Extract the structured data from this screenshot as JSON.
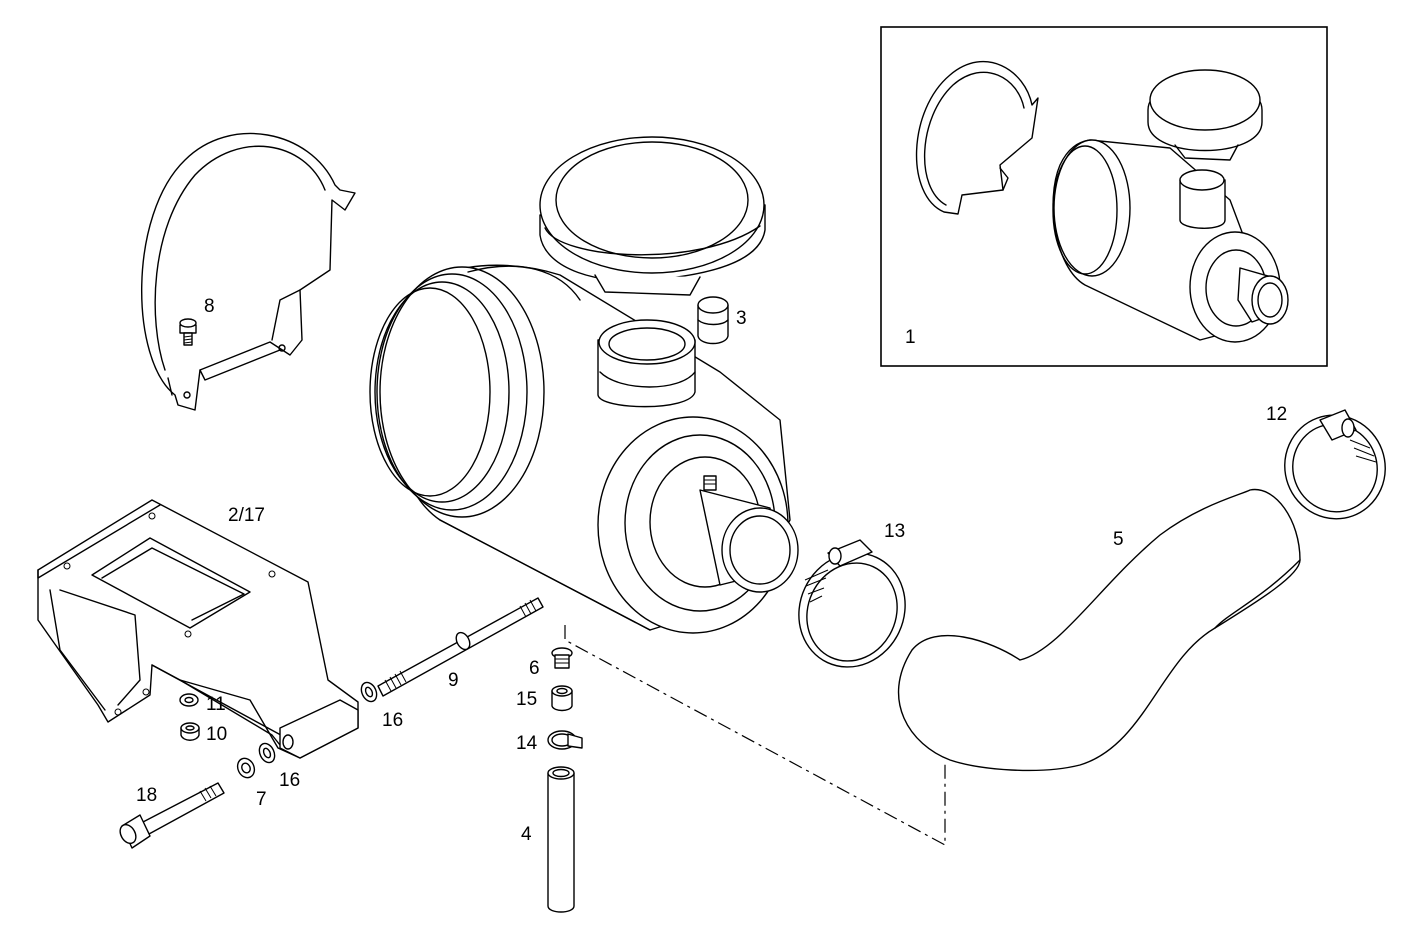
{
  "diagram": {
    "inset_callout": "1",
    "callouts": {
      "bracket": "2/17",
      "indicator": "3",
      "hose_small": "4",
      "hose_large": "5",
      "plug": "6",
      "nut_7": "7",
      "screw_8": "8",
      "stud_9": "9",
      "nut_10": "10",
      "washer_11": "11",
      "clamp_12": "12",
      "clamp_13": "13",
      "clamp_14": "14",
      "adapter_15": "15",
      "washer_16a": "16",
      "washer_16b": "16",
      "bolt_18": "18"
    }
  }
}
